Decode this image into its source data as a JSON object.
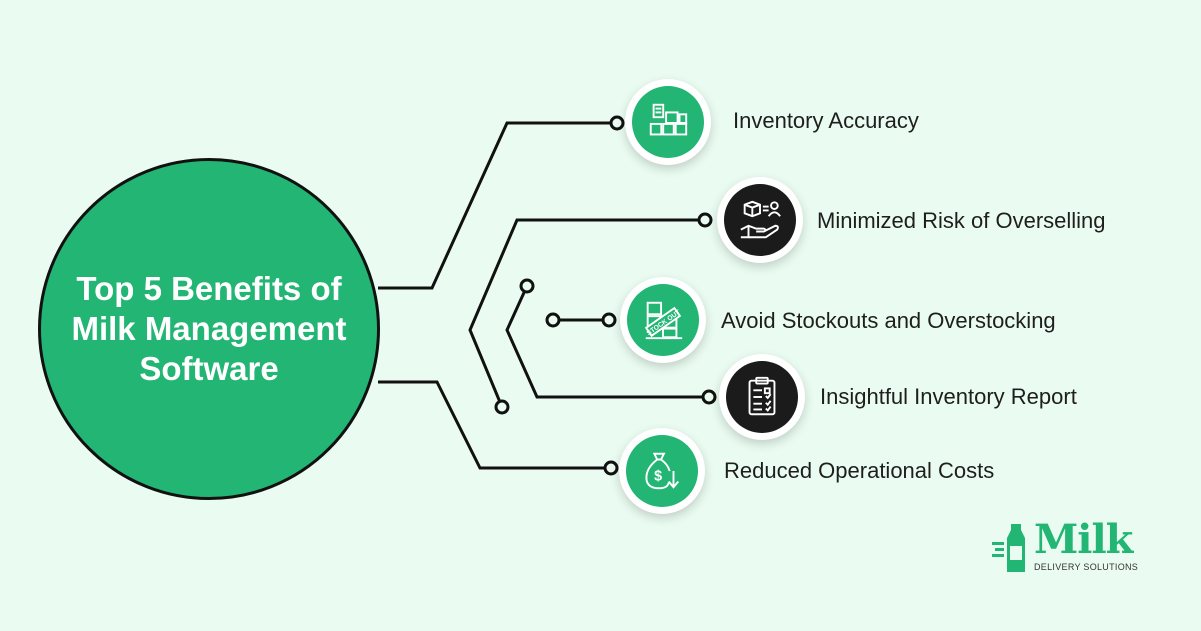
{
  "hub": {
    "title": "Top 5 Benefits of Milk Management Software"
  },
  "benefits": [
    {
      "label": "Inventory Accuracy",
      "icon": "inventory-boxes-icon",
      "badge_color": "#22b573"
    },
    {
      "label": "Minimized Risk of Overselling",
      "icon": "hand-box-person-icon",
      "badge_color": "#1b1b1b"
    },
    {
      "label": "Avoid Stockouts and Overstocking",
      "icon": "stock-out-boxes-icon",
      "badge_color": "#22b573",
      "stamp_text": "STOCK OUT"
    },
    {
      "label": "Insightful Inventory Report",
      "icon": "clipboard-checklist-icon",
      "badge_color": "#1b1b1b"
    },
    {
      "label": "Reduced Operational Costs",
      "icon": "money-bag-down-icon",
      "badge_color": "#22b573"
    }
  ],
  "logo": {
    "word": "Milk",
    "tagline": "DELIVERY SOLUTIONS",
    "icon": "milk-bottle-icon"
  },
  "colors": {
    "accent": "#22b573",
    "background": "#eafcf1",
    "dark": "#1b1b1b",
    "line": "#111111"
  }
}
